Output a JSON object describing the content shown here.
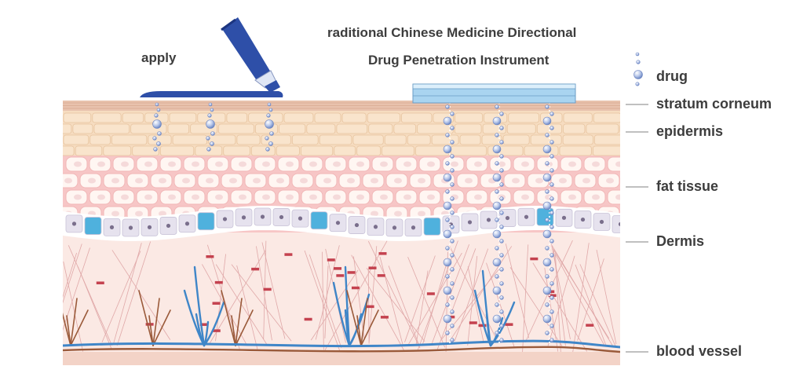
{
  "title": {
    "line1": "raditional Chinese Medicine Directional",
    "line2": "Drug Penetration Instrument"
  },
  "apply_label": "apply",
  "legend": {
    "drug_label": "drug",
    "drug_color": "#8fa6d6"
  },
  "layers": [
    {
      "label": "stratum corneum",
      "color": "#e8c2ad"
    },
    {
      "label": "epidermis",
      "color": "#f6dcc0"
    },
    {
      "label": "fat tissue",
      "color": "#f7c6c6"
    },
    {
      "label": "Dermis",
      "color": "#fbe9e4"
    },
    {
      "label": "blood vessel",
      "color": "#3f86c8"
    }
  ],
  "colors": {
    "tube": "#2e4fa8",
    "instrument": "#a9d4f0",
    "cell_fill": "#fff6f2",
    "basal_cell": "#e6e2ee",
    "basal_gap": "#4fb1dd",
    "fiber": "#e0a8a8",
    "artery": "#9a5a3a"
  },
  "icons": [
    "ointment-tube-icon",
    "drug-droplet-icon"
  ]
}
